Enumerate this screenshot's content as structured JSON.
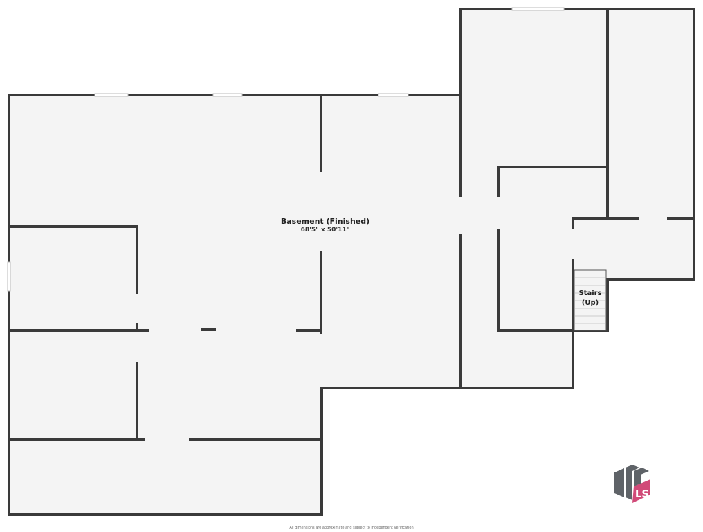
{
  "room": {
    "name": "Basement (Finished)",
    "dimensions": "68'5\" x 50'11\""
  },
  "stairs": {
    "line1": "Stairs",
    "line2": "(Up)"
  },
  "footer": "All dimensions are approximate and subject to independent verification",
  "logo": {
    "text": "LS",
    "colors": {
      "gray": "#5f6368",
      "pink": "#d14a78"
    }
  },
  "colors": {
    "wall": "#3a3a3a",
    "floor": "#f4f4f4"
  }
}
